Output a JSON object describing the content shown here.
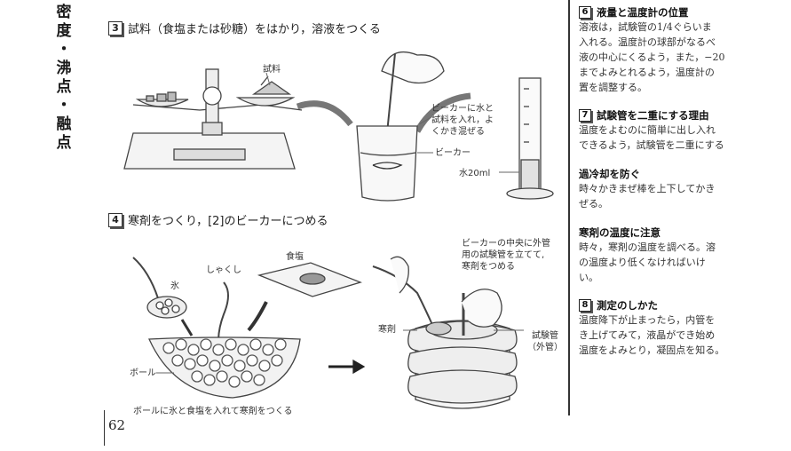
{
  "side_title": [
    "密",
    "度",
    "・",
    "沸",
    "点",
    "・",
    "融",
    "点"
  ],
  "step3": {
    "num": "3",
    "heading": "試料（食塩または砂糖）をはかり，溶液をつくる"
  },
  "step3_labels": {
    "sample": "試料",
    "instruction": [
      "ビーカーに水と",
      "試料を入れ，よ",
      "くかき混ぜる"
    ],
    "beaker": "ビーカー",
    "water": "水20ml"
  },
  "step4": {
    "num": "4",
    "heading": "寒剤をつくり，[2]のビーカーにつめる"
  },
  "step4_labels": {
    "salt": "食塩",
    "ice": "氷",
    "ladle": "しゃくし",
    "bowl": "ボール",
    "caption": "ボールに氷と食塩を入れて寒剤をつくる",
    "instruction": [
      "ビーカーの中央に外管",
      "用の試験管を立てて,",
      "寒剤をつめる"
    ],
    "coolant": "寒剤",
    "test_tube": [
      "試験管",
      "（外管）"
    ]
  },
  "page_number": "62",
  "right_column": [
    {
      "num": "6",
      "heading": "液量と温度計の位置",
      "body": [
        "溶液は，試験管の1/4ぐらいま",
        "入れる。温度計の球部がなるべ",
        "液の中心にくるよう，また，−20",
        "までよみとれるよう，温度計の",
        "置を調整する。"
      ]
    },
    {
      "num": "7",
      "heading": "試験管を二重にする理由",
      "body": [
        "温度をよむのに簡単に出し入れ",
        "できるよう，試験管を二重にする"
      ]
    },
    {
      "num": "",
      "heading": "過冷却を防ぐ",
      "body": [
        "時々かきまぜ棒を上下してかき",
        "ぜる。"
      ]
    },
    {
      "num": "",
      "heading": "寒剤の温度に注意",
      "body": [
        "時々，寒剤の温度を調べる。溶",
        "の温度より低くなければいけ",
        "い。"
      ]
    },
    {
      "num": "8",
      "heading": "測定のしかた",
      "body": [
        "温度降下が止まったら，内管を",
        "き上げてみて，液晶ができ始め",
        "温度をよみとり，凝固点を知る。"
      ]
    }
  ]
}
